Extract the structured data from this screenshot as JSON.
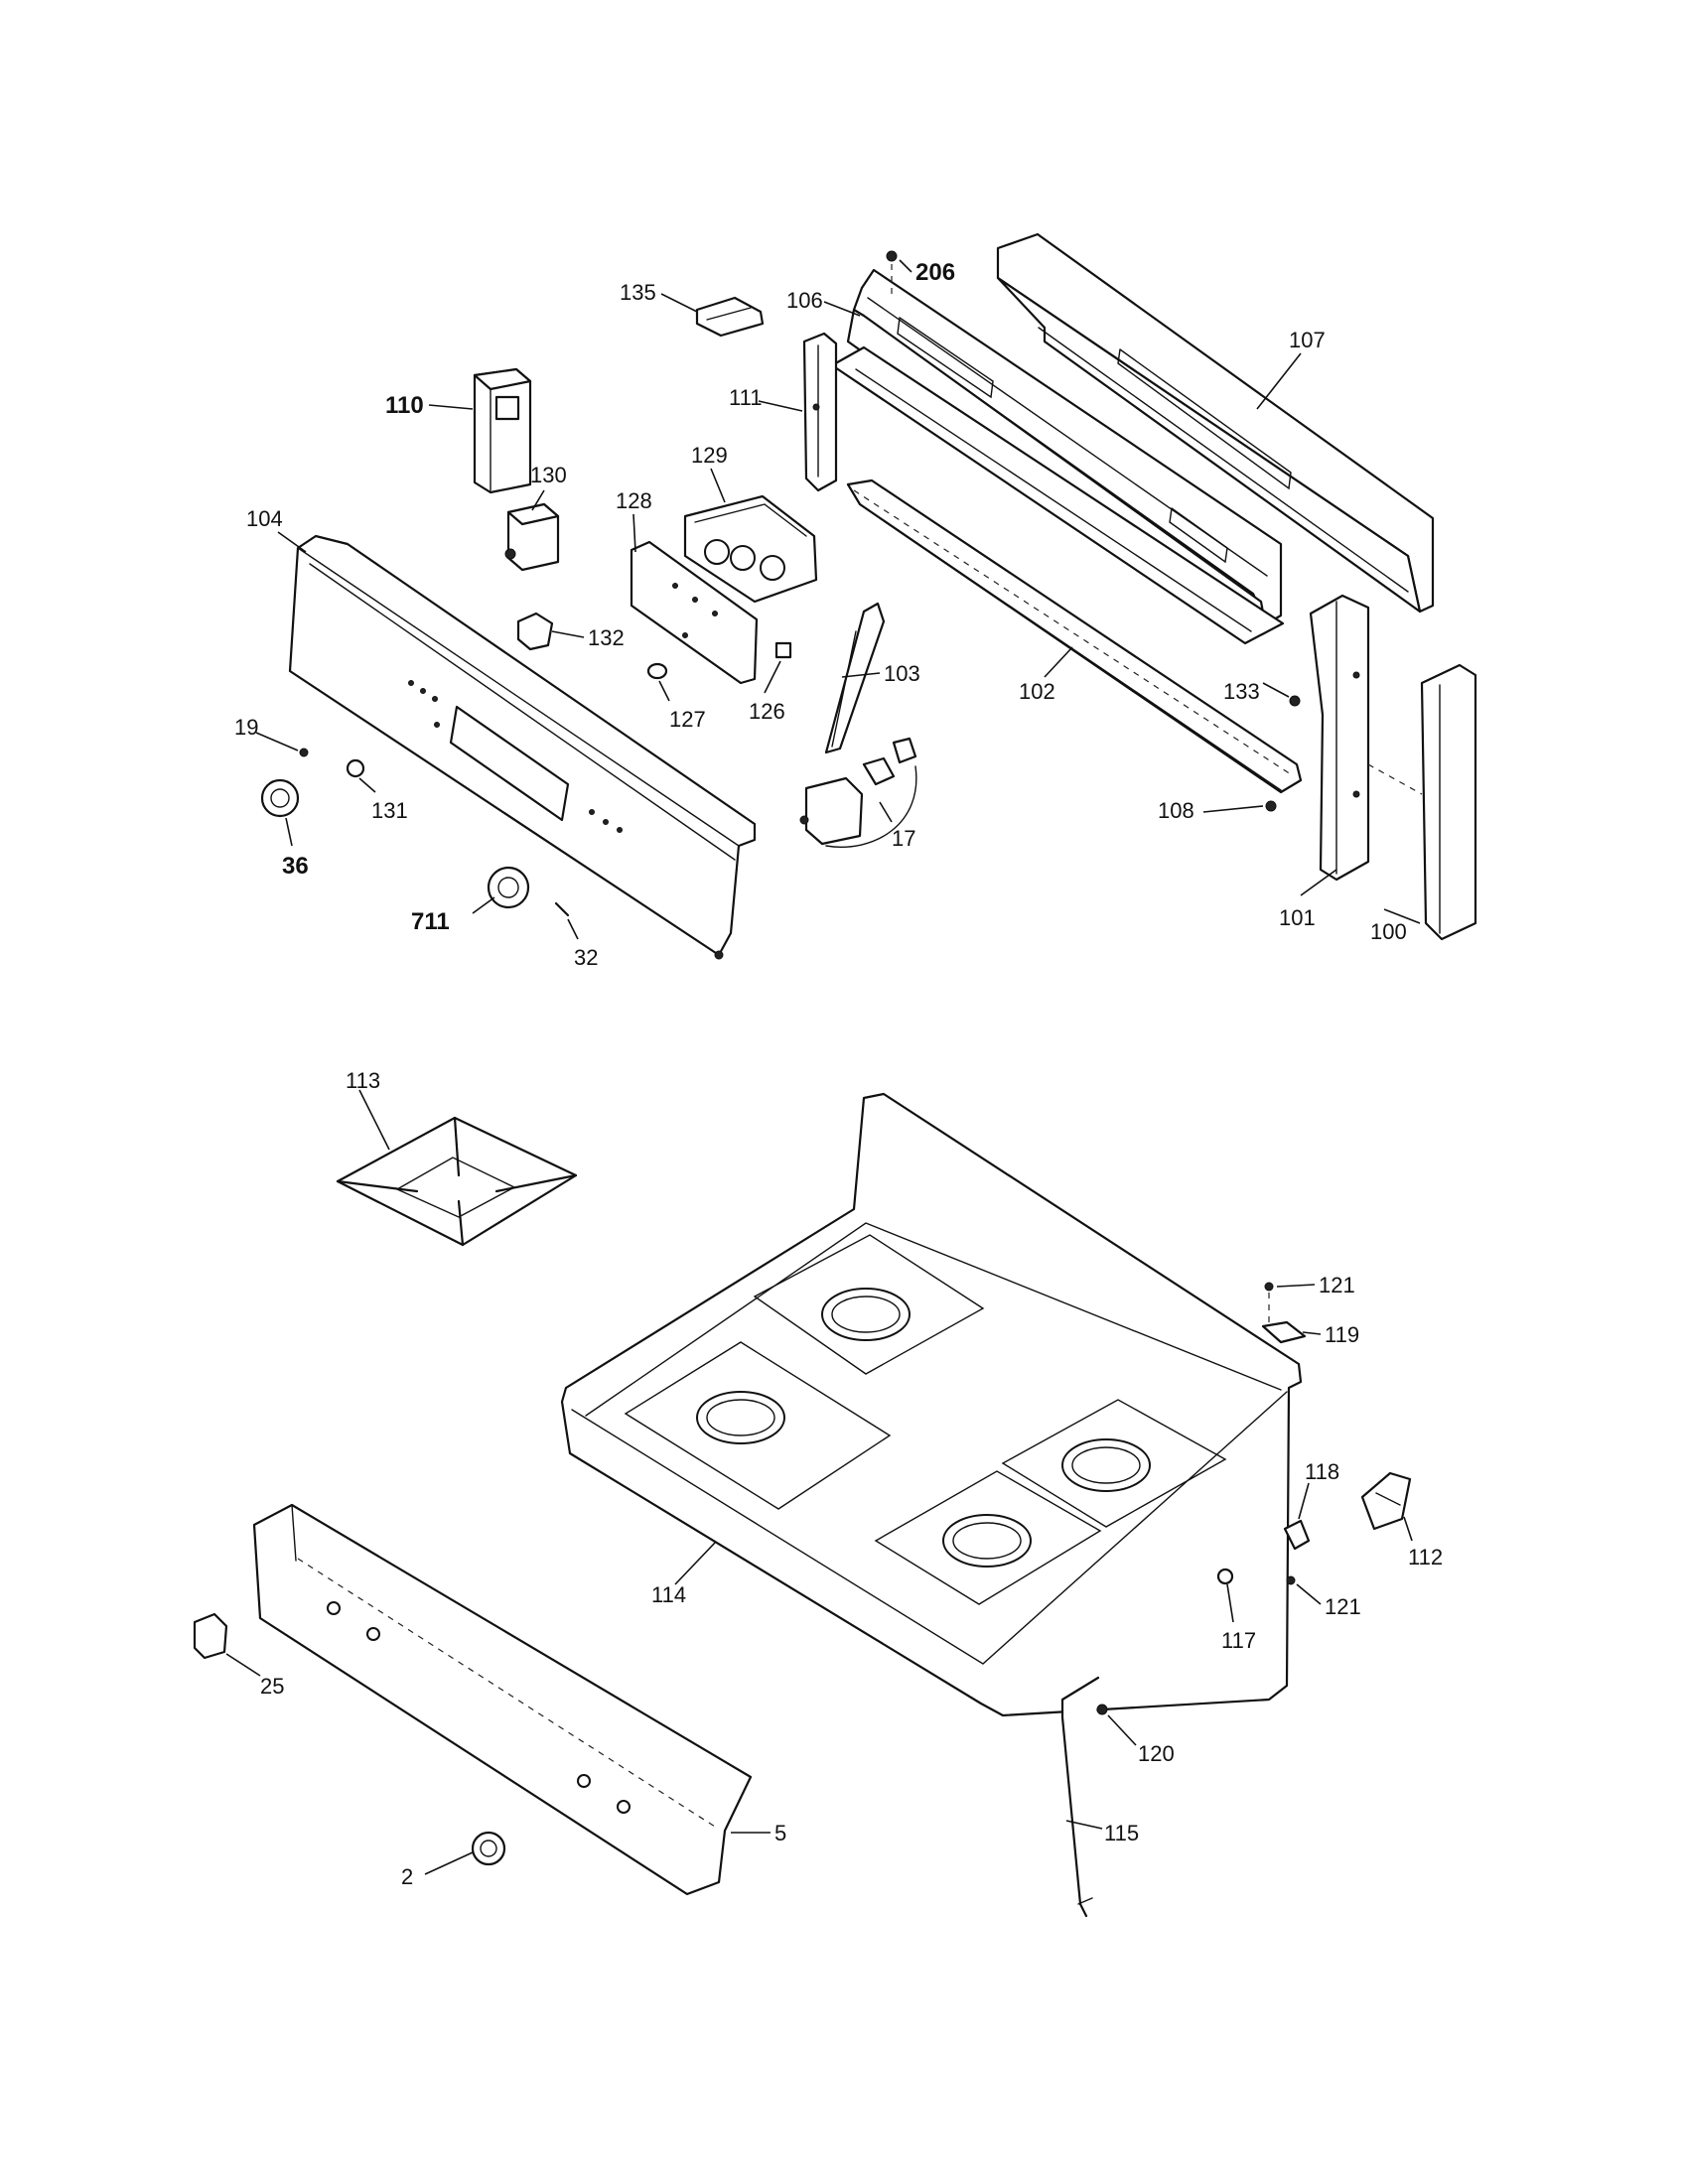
{
  "callouts": [
    {
      "id": "206",
      "label": "206",
      "bold": true
    },
    {
      "id": "135",
      "label": "135",
      "bold": false
    },
    {
      "id": "106",
      "label": "106",
      "bold": false
    },
    {
      "id": "107",
      "label": "107",
      "bold": false
    },
    {
      "id": "110",
      "label": "110",
      "bold": true
    },
    {
      "id": "111",
      "label": "111",
      "bold": false
    },
    {
      "id": "129",
      "label": "129",
      "bold": false
    },
    {
      "id": "130",
      "label": "130",
      "bold": false
    },
    {
      "id": "128",
      "label": "128",
      "bold": false
    },
    {
      "id": "104",
      "label": "104",
      "bold": false
    },
    {
      "id": "132",
      "label": "132",
      "bold": false
    },
    {
      "id": "103",
      "label": "103",
      "bold": false
    },
    {
      "id": "102",
      "label": "102",
      "bold": false
    },
    {
      "id": "133",
      "label": "133",
      "bold": false
    },
    {
      "id": "126",
      "label": "126",
      "bold": false
    },
    {
      "id": "127",
      "label": "127",
      "bold": false
    },
    {
      "id": "19",
      "label": "19",
      "bold": false
    },
    {
      "id": "131",
      "label": "131",
      "bold": false
    },
    {
      "id": "17",
      "label": "17",
      "bold": false
    },
    {
      "id": "108",
      "label": "108",
      "bold": false
    },
    {
      "id": "36",
      "label": "36",
      "bold": true
    },
    {
      "id": "711",
      "label": "711",
      "bold": true
    },
    {
      "id": "32",
      "label": "32",
      "bold": false
    },
    {
      "id": "101",
      "label": "101",
      "bold": false
    },
    {
      "id": "100",
      "label": "100",
      "bold": false
    },
    {
      "id": "113",
      "label": "113",
      "bold": false
    },
    {
      "id": "121a",
      "label": "121",
      "bold": false
    },
    {
      "id": "119",
      "label": "119",
      "bold": false
    },
    {
      "id": "118",
      "label": "118",
      "bold": false
    },
    {
      "id": "112",
      "label": "112",
      "bold": false
    },
    {
      "id": "114",
      "label": "114",
      "bold": false
    },
    {
      "id": "117",
      "label": "117",
      "bold": false
    },
    {
      "id": "121b",
      "label": "121",
      "bold": false
    },
    {
      "id": "25",
      "label": "25",
      "bold": false
    },
    {
      "id": "120",
      "label": "120",
      "bold": false
    },
    {
      "id": "115",
      "label": "115",
      "bold": false
    },
    {
      "id": "5",
      "label": "5",
      "bold": false
    },
    {
      "id": "2",
      "label": "2",
      "bold": false
    }
  ]
}
